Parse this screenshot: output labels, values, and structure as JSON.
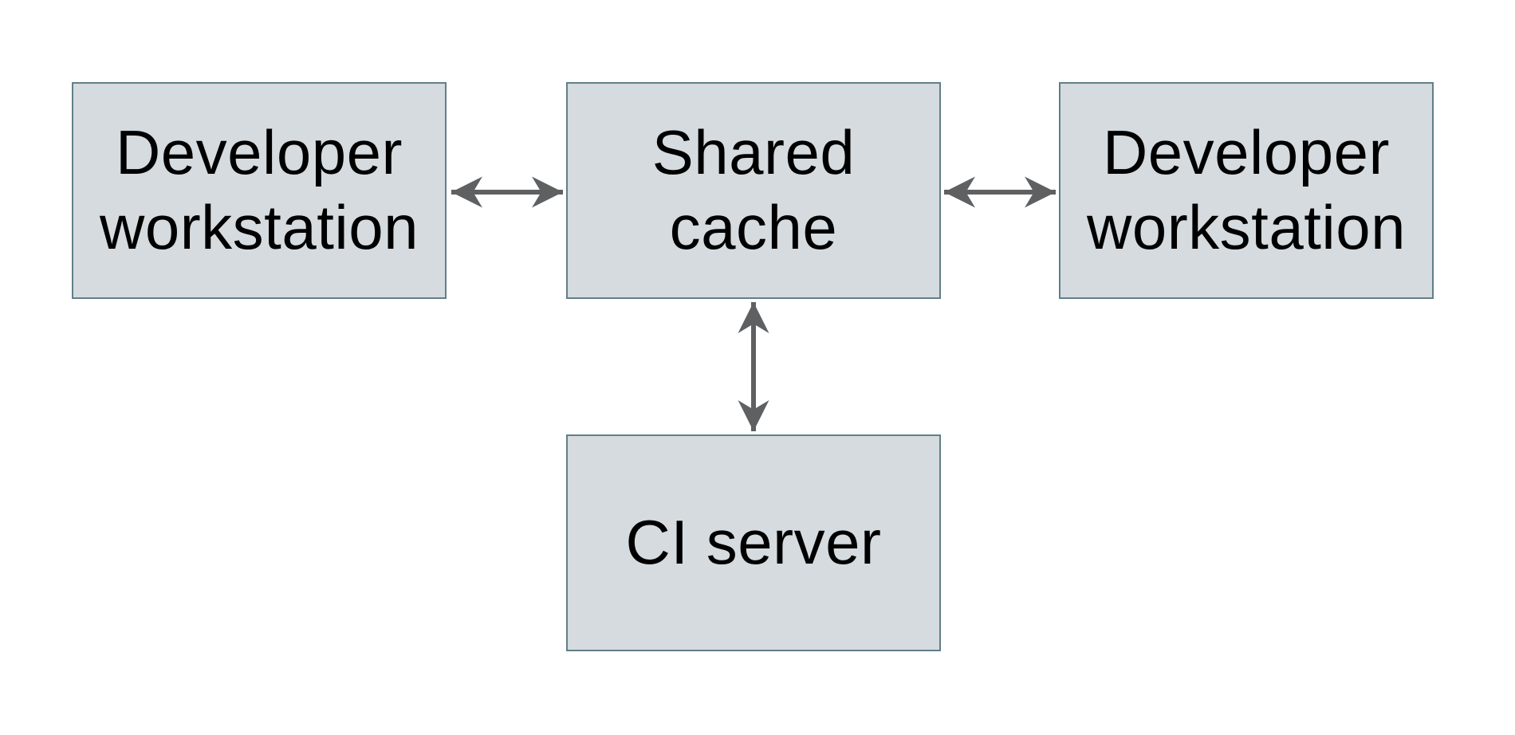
{
  "diagram": {
    "nodes": [
      {
        "id": "developer-workstation-left",
        "label": "Developer workstation"
      },
      {
        "id": "shared-cache",
        "label": "Shared cache"
      },
      {
        "id": "developer-workstation-right",
        "label": "Developer workstation"
      },
      {
        "id": "ci-server",
        "label": "CI server"
      }
    ],
    "edges": [
      {
        "from": "developer-workstation-left",
        "to": "shared-cache",
        "direction": "bidirectional"
      },
      {
        "from": "developer-workstation-right",
        "to": "shared-cache",
        "direction": "bidirectional"
      },
      {
        "from": "ci-server",
        "to": "shared-cache",
        "direction": "bidirectional"
      }
    ],
    "colors": {
      "background": "#ffffff",
      "node_fill": "#d5dbdf",
      "node_border": "#617f8a",
      "arrow": "#5e6062",
      "text": "#000000"
    }
  }
}
